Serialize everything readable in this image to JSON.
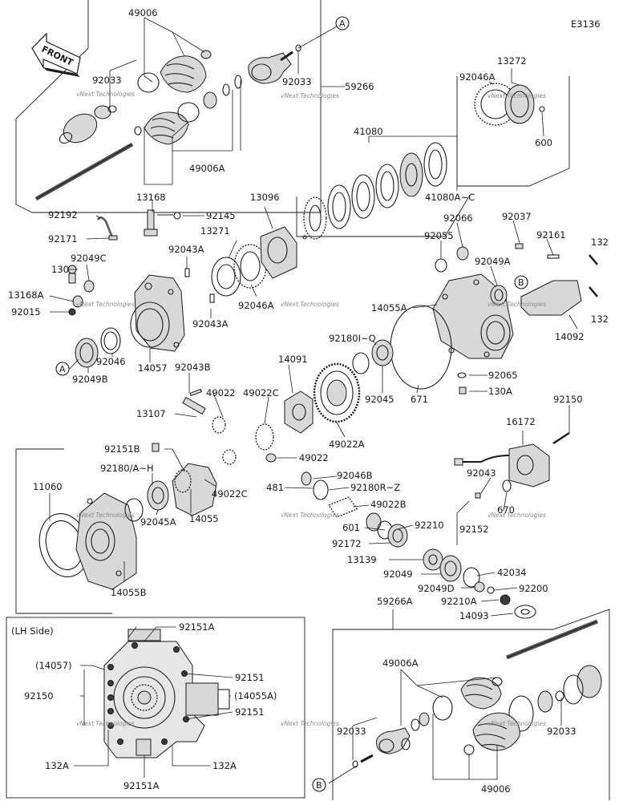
{
  "diagram": {
    "code": "E3136",
    "front_label": "FRONT",
    "lh_side_label": "(LH Side)",
    "ref_a": "A",
    "ref_b": "B",
    "watermark": "vNext Technologies",
    "labels": {
      "l_49006_top": "49006",
      "l_92033_top_left": "92033",
      "l_92033_top_right": "92033",
      "l_59266": "59266",
      "l_49006a_top": "49006A",
      "l_13272": "13272",
      "l_92046a_top": "92046A",
      "l_600": "600",
      "l_41080": "41080",
      "l_41080a": "41080A~C",
      "l_13168": "13168",
      "l_92145": "92145",
      "l_13096": "13096",
      "l_92192": "92192",
      "l_92171": "92171",
      "l_13271": "13271",
      "l_92043a_1": "92043A",
      "l_92043a_2": "92043A",
      "l_92046a_mid": "92046A",
      "l_130": "130",
      "l_92049c": "92049C",
      "l_13168a": "13168A",
      "l_92015": "92015",
      "l_92066": "92066",
      "l_92037": "92037",
      "l_92055": "92055",
      "l_92161": "92161",
      "l_132_top": "132",
      "l_92049a": "92049A",
      "l_14055a": "14055A",
      "l_132_bottom": "132",
      "l_14092": "14092",
      "l_92180_q": "92180I~Q",
      "l_92046": "92046",
      "l_14057": "14057",
      "l_92043b": "92043B",
      "l_14091": "14091",
      "l_92049b": "92049B",
      "l_92065": "92065",
      "l_92045": "92045",
      "l_671": "671",
      "l_130a": "130A",
      "l_49022_top": "49022",
      "l_49022c_top": "49022C",
      "l_13107": "13107",
      "l_49022a": "49022A",
      "l_92150_top": "92150",
      "l_16172": "16172",
      "l_92151b": "92151B",
      "l_49022_mid": "49022",
      "l_92180_h": "92180/A~H",
      "l_92046b": "92046B",
      "l_11060": "11060",
      "l_92043_mid": "92043",
      "l_481": "481",
      "l_92180_rz": "92180R~Z",
      "l_49022c_mid": "49022C",
      "l_670": "670",
      "l_49022b": "49022B",
      "l_14055": "14055",
      "l_92045a": "92045A",
      "l_92152": "92152",
      "l_601": "601",
      "l_92210": "92210",
      "l_92172": "92172",
      "l_14055b": "14055B",
      "l_13139": "13139",
      "l_92049": "92049",
      "l_42034": "42034",
      "l_92049d": "92049D",
      "l_92200": "92200",
      "l_92210a": "92210A",
      "l_14093": "14093",
      "l_59266a": "59266A",
      "l_92151a_top": "92151A",
      "l_14057_lh": "(14057)",
      "l_92151_1": "92151",
      "l_92150_lh": "92150",
      "l_14055a_lh": "(14055A)",
      "l_92151_2": "92151",
      "l_49006a_bottom": "49006A",
      "l_92033_bottom_left": "92033",
      "l_92033_bottom_right": "92033",
      "l_132a_left": "132A",
      "l_132a_right": "132A",
      "l_92151a_bottom": "92151A",
      "l_49006_bottom": "49006"
    }
  }
}
